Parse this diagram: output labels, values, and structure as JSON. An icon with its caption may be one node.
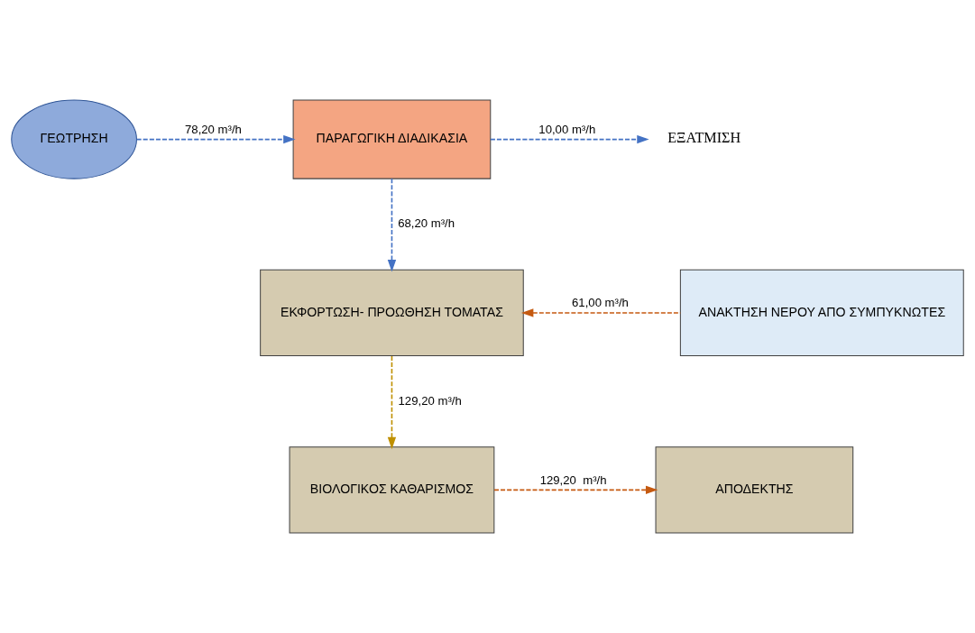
{
  "diagram": {
    "nodes": [
      {
        "text": [
          "ΓΕΩΤΡΗΣΗ"
        ]
      },
      {
        "text": [
          "ΠΑΡΑΓΩΓΙΚΗ ΔΙΑΔΙΚΑΣΙΑ"
        ]
      },
      {
        "text": [
          "ΕΞΑΤΜΙΣΗ"
        ]
      },
      {
        "text": [
          "ΕΚΦΟΡΤΩΣΗ- ΠΡΟΩΘΗΣΗ ΤΟΜΑΤΑΣ"
        ]
      },
      {
        "text": [
          "ΑΝΑΚΤΗΣΗ ΝΕΡΟΥ ΑΠΟ ΣΥΜΠΥΚΝΩΤΕΣ"
        ]
      },
      {
        "text": [
          "ΒΙΟΛΟΓΙΚΟΣ ΚΑΘΑΡΙΣΜΟΣ"
        ]
      },
      {
        "text": [
          "ΑΠΟΔΕΚΤΗΣ"
        ]
      }
    ],
    "edges": [
      {
        "from": 0,
        "to": 1,
        "arrow": "to",
        "label": "78,20 m³/h",
        "style": "dashed",
        "color": "#4472c4"
      },
      {
        "from": 1,
        "to": 2,
        "arrow": "to",
        "label": "10,00 m³/h",
        "style": "dashed",
        "color": "#4472c4"
      },
      {
        "from": 1,
        "to": 3,
        "arrow": "to",
        "label": "68,20 m³/h",
        "style": "dashed",
        "color": "#4472c4"
      },
      {
        "from": 4,
        "to": 3,
        "arrow": "to",
        "label": "61,00 m³/h",
        "style": "dashed",
        "color": "#c55a11"
      },
      {
        "from": 3,
        "to": 5,
        "arrow": "to",
        "label": "129,20 m³/h",
        "style": "dashed",
        "color": "#bf9000"
      },
      {
        "from": 5,
        "to": 6,
        "arrow": "to",
        "label": "129,20  m³/h",
        "style": "dashed",
        "color": "#c55a11"
      }
    ]
  }
}
